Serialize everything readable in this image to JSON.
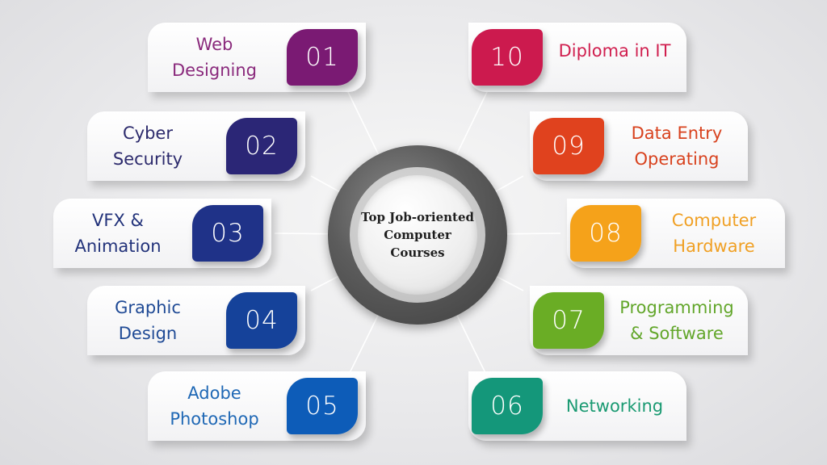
{
  "center": {
    "title": "Top Job-oriented\nComputer\nCourses"
  },
  "courses": [
    {
      "number": "01",
      "label": "Web\nDesigning",
      "color": "#7a1a73",
      "text_color": "#8a2a7c"
    },
    {
      "number": "02",
      "label": "Cyber\nSecurity",
      "color": "#2b2676",
      "text_color": "#2c2a6c"
    },
    {
      "number": "03",
      "label": "VFX &\nAnimation",
      "color": "#1f3288",
      "text_color": "#22327a"
    },
    {
      "number": "04",
      "label": "Graphic\nDesign",
      "color": "#15429a",
      "text_color": "#1f4a95"
    },
    {
      "number": "05",
      "label": "Adobe\nPhotoshop",
      "color": "#0d5cb8",
      "text_color": "#1f68b5"
    },
    {
      "number": "06",
      "label": "Networking",
      "color": "#14977a",
      "text_color": "#1a9a72"
    },
    {
      "number": "07",
      "label": "Programming\n& Software",
      "color": "#6aad25",
      "text_color": "#62a62a"
    },
    {
      "number": "08",
      "label": "Computer\nHardware",
      "color": "#f5a21a",
      "text_color": "#f0a024"
    },
    {
      "number": "09",
      "label": "Data Entry\nOperating",
      "color": "#e0421e",
      "text_color": "#d8421e"
    },
    {
      "number": "10",
      "label": "Diploma in IT",
      "color": "#cc1a4e",
      "text_color": "#d01f4f"
    }
  ]
}
